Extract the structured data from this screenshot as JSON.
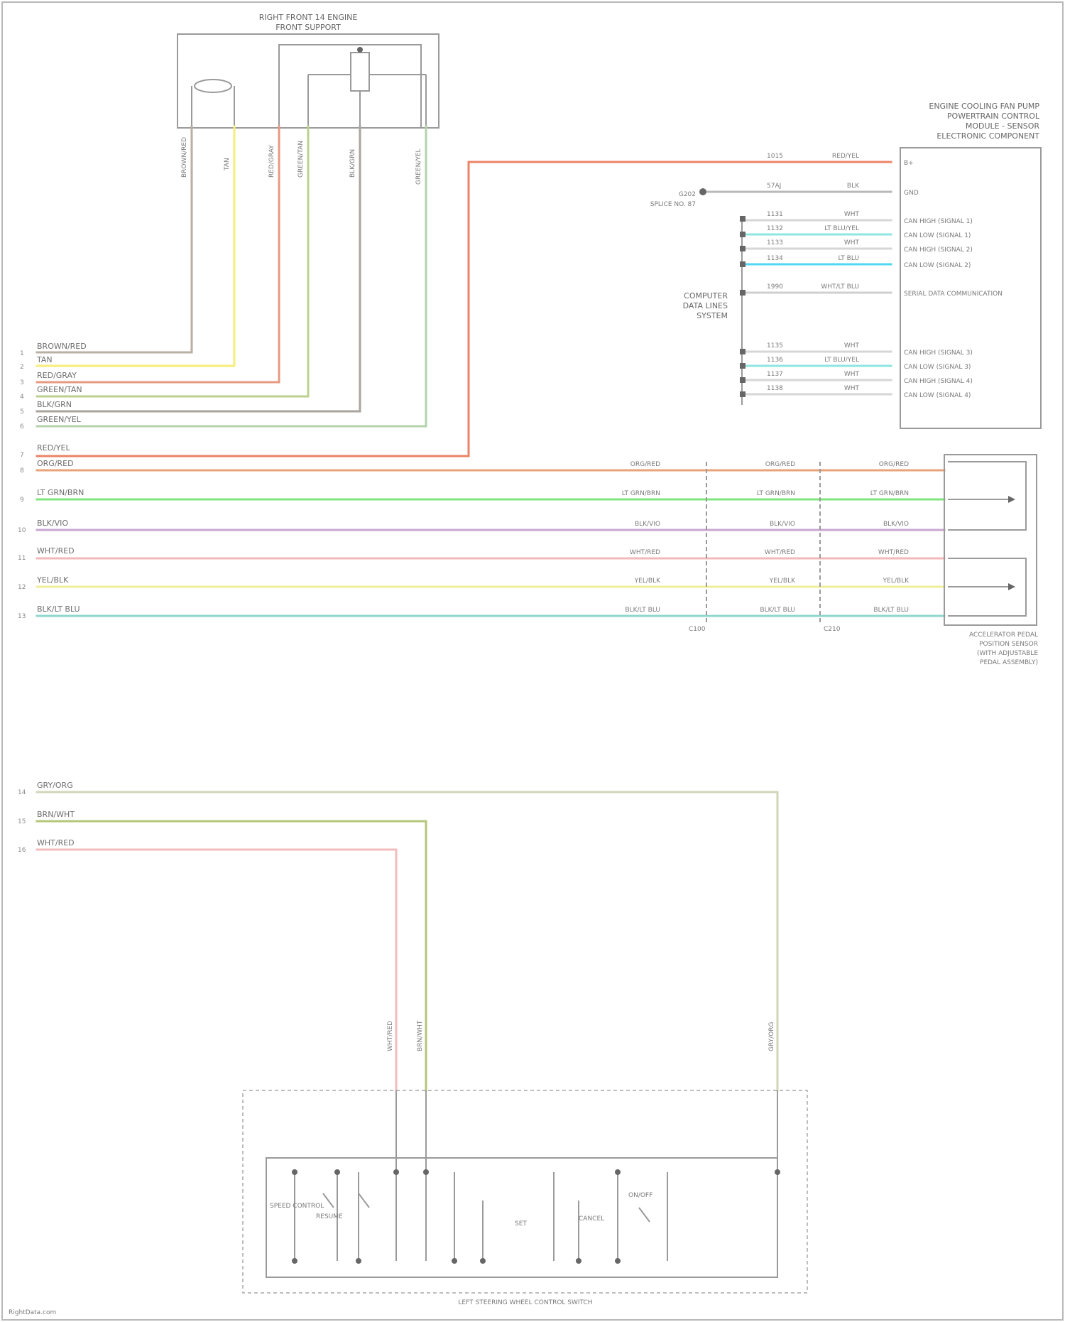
{
  "components": {
    "top_module_title": [
      "RIGHT FRONT 14 ENGINE",
      "FRONT SUPPORT"
    ],
    "pcm_title": [
      "ENGINE COOLING FAN PUMP",
      "POWERTRAIN CONTROL",
      "MODULE - SENSOR",
      "ELECTRONIC COMPONENT"
    ],
    "can_title": [
      "COMPUTER",
      "DATA LINES",
      "SYSTEM"
    ],
    "ground_label": [
      "SPLICE NO. 87",
      "G202"
    ],
    "pedal_title": [
      "ACCELERATOR PEDAL",
      "POSITION SENSOR",
      "(WITH ADJUSTABLE",
      "PEDAL ASSEMBLY)"
    ],
    "bottom_switch_title": "LEFT STEERING WHEEL CONTROL SWITCH",
    "inline_connectors": [
      "C100",
      "C210"
    ],
    "switch_labels": [
      "SPEED CONTROL",
      "RESUME",
      "SET",
      "ON/OFF",
      "CANCEL"
    ]
  },
  "left_wire_labels": [
    {
      "num": "1",
      "code": "BROWN/RED",
      "color": "#b7b0a3"
    },
    {
      "num": "2",
      "code": "TAN",
      "color": "#f5ee7a"
    },
    {
      "num": "3",
      "code": "RED/GRAY",
      "color": "#e69a82"
    },
    {
      "num": "4",
      "code": "GREEN/TAN",
      "color": "#bcd08f"
    },
    {
      "num": "5",
      "code": "BLK/GRN",
      "color": "#a9a59d"
    },
    {
      "num": "6",
      "code": "GREEN/YEL",
      "color": "#b6d2ab"
    },
    {
      "num": "7",
      "code": "RED/YEL",
      "color": "#ec8366"
    },
    {
      "num": "8",
      "code": "ORG/RED",
      "color": "#e9a37a"
    },
    {
      "num": "9",
      "code": "LT GRN/BRN",
      "color": "#7ee67c"
    },
    {
      "num": "10",
      "code": "BLK/VIO",
      "color": "#caa6d1"
    },
    {
      "num": "11",
      "code": "WHT/RED",
      "color": "#f3b8b8"
    },
    {
      "num": "12",
      "code": "YEL/BLK",
      "color": "#f0ef99"
    },
    {
      "num": "13",
      "code": "BLK/LT BLU",
      "color": "#8ed6cc"
    },
    {
      "num": "14",
      "code": "GRY/ORG",
      "color": "#cfd7b9"
    },
    {
      "num": "15",
      "code": "BRN/WHT",
      "color": "#b4c67a"
    },
    {
      "num": "16",
      "code": "WHT/RED",
      "color": "#f2bcbc"
    }
  ],
  "top_vertical_labels": [
    "BROWN/RED",
    "TAN",
    "RED/GRAY",
    "GREEN/TAN",
    "BLK/GRN",
    "GREEN/YEL"
  ],
  "bottom_vertical_labels": [
    "WHT/RED",
    "BRN/WHT",
    "GRY/ORG"
  ],
  "pcm_rows": [
    {
      "circuit": "1015",
      "code": "RED/YEL",
      "desc": "B+"
    },
    {
      "circuit": "57AJ",
      "code": "BLK",
      "desc": "GND"
    },
    {
      "circuit": "1131",
      "code": "WHT",
      "desc": "CAN HIGH (SIGNAL 1)"
    },
    {
      "circuit": "1132",
      "code": "LT BLU/YEL",
      "desc": "CAN LOW (SIGNAL 1)"
    },
    {
      "circuit": "1133",
      "code": "WHT",
      "desc": "CAN HIGH (SIGNAL 2)"
    },
    {
      "circuit": "1134",
      "code": "LT BLU",
      "desc": "CAN LOW (SIGNAL 2)"
    },
    {
      "circuit": "1990",
      "code": "WHT/LT BLU",
      "desc": "SERIAL DATA COMMUNICATION"
    },
    {
      "circuit": "1135",
      "code": "WHT",
      "desc": "CAN HIGH (SIGNAL 3)"
    },
    {
      "circuit": "1136",
      "code": "LT BLU/YEL",
      "desc": "CAN LOW (SIGNAL 3)"
    },
    {
      "circuit": "1137",
      "code": "WHT",
      "desc": "CAN HIGH (SIGNAL 4)"
    },
    {
      "circuit": "1138",
      "code": "WHT",
      "desc": "CAN LOW (SIGNAL 4)"
    }
  ],
  "footer": "RightData.com"
}
